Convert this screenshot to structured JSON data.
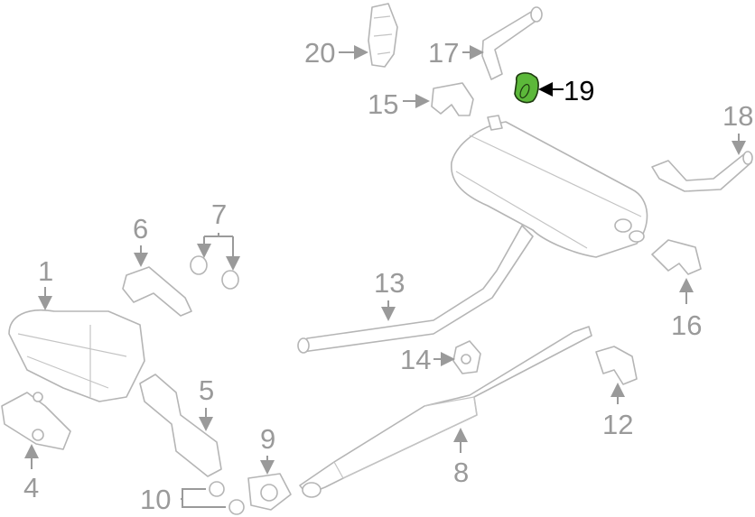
{
  "diagram": {
    "callouts": [
      {
        "id": "1",
        "highlighted": false
      },
      {
        "id": "4",
        "highlighted": false
      },
      {
        "id": "5",
        "highlighted": false
      },
      {
        "id": "6",
        "highlighted": false
      },
      {
        "id": "7",
        "highlighted": false
      },
      {
        "id": "8",
        "highlighted": false
      },
      {
        "id": "9",
        "highlighted": false
      },
      {
        "id": "10",
        "highlighted": false
      },
      {
        "id": "12",
        "highlighted": false
      },
      {
        "id": "13",
        "highlighted": false
      },
      {
        "id": "14",
        "highlighted": false
      },
      {
        "id": "15",
        "highlighted": false
      },
      {
        "id": "16",
        "highlighted": false
      },
      {
        "id": "17",
        "highlighted": false
      },
      {
        "id": "18",
        "highlighted": false
      },
      {
        "id": "19",
        "highlighted": true
      },
      {
        "id": "20",
        "highlighted": false
      }
    ],
    "colors": {
      "highlight": "#5cb83a",
      "line": "#b5b5b5",
      "label": "#9a9a9a",
      "active_label": "#000000"
    }
  }
}
